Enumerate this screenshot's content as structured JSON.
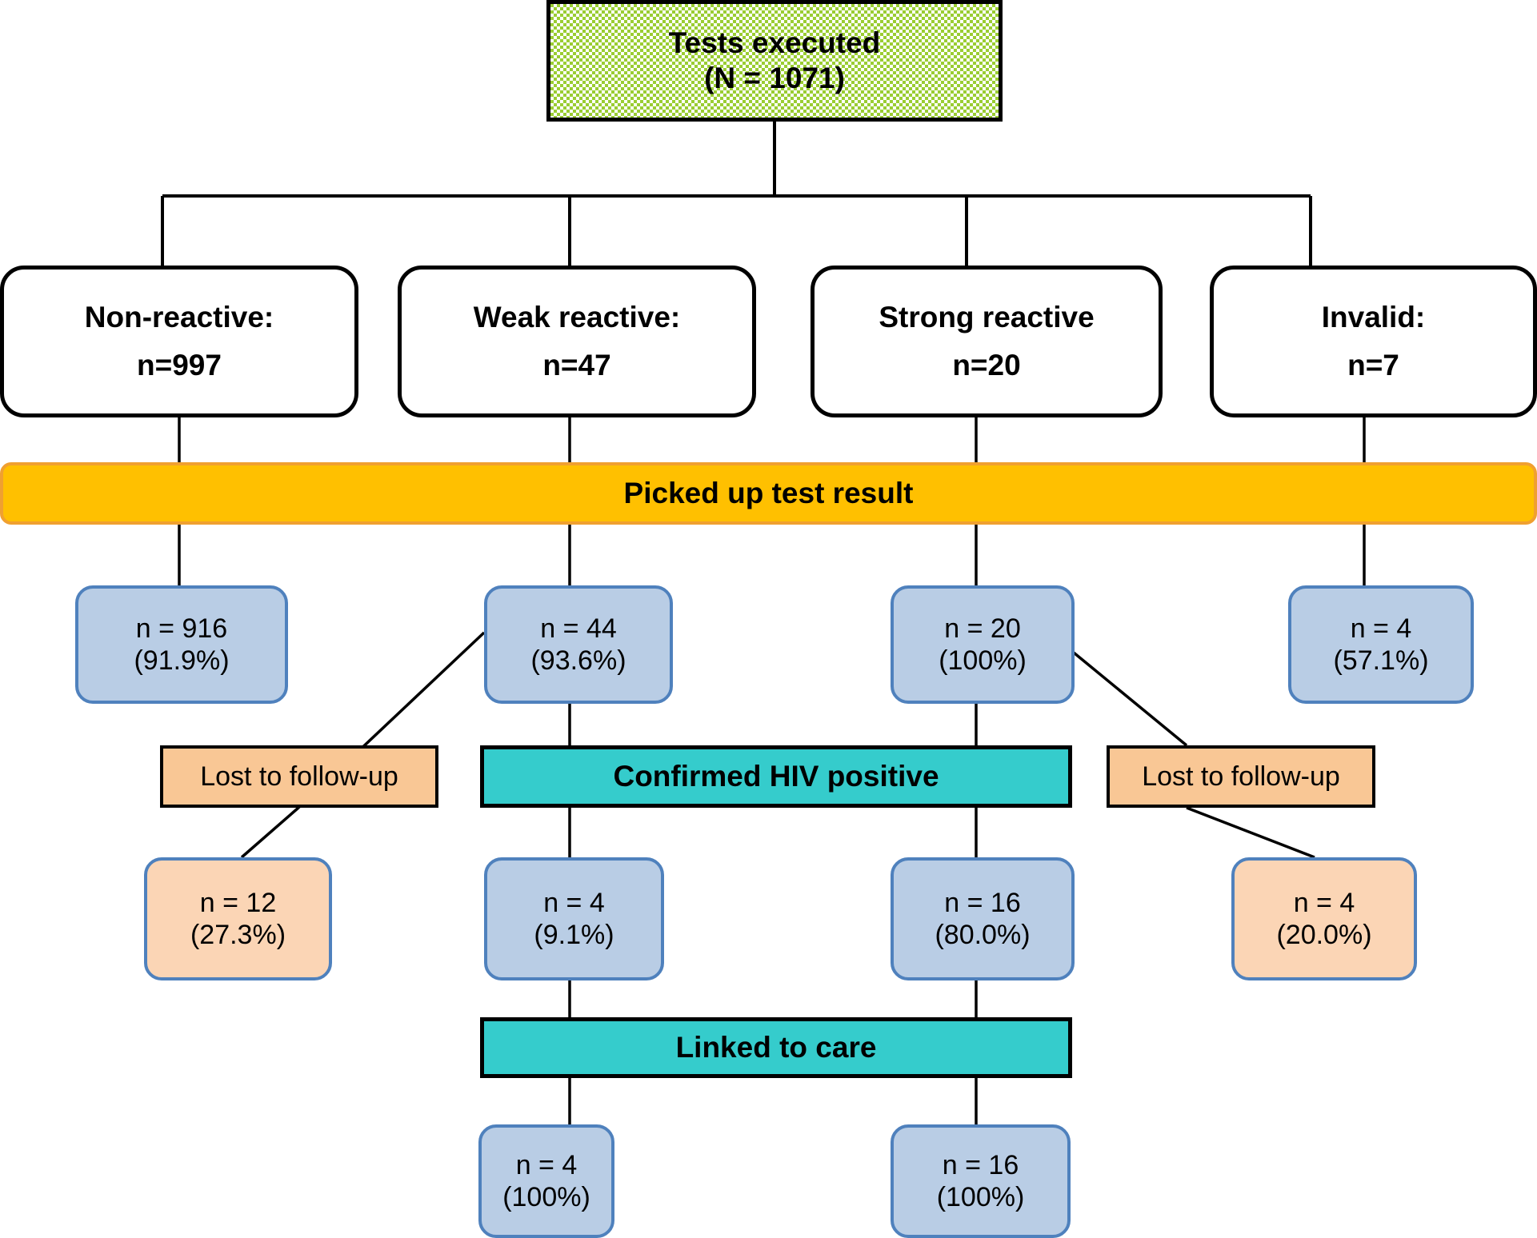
{
  "diagram": {
    "title_node": {
      "label_line1": "Tests executed",
      "label_line2": "(N = 1071)",
      "fill": "#9ACD32",
      "pattern": "checker"
    },
    "result_categories": [
      {
        "name": "non-reactive",
        "label": "Non-reactive:",
        "count": "n=997"
      },
      {
        "name": "weak-reactive",
        "label": "Weak reactive:",
        "count": "n=47"
      },
      {
        "name": "strong-reactive",
        "label": "Strong reactive",
        "count": "n=20"
      },
      {
        "name": "invalid",
        "label": "Invalid:",
        "count": "n=7"
      }
    ],
    "picked_up_bar": {
      "label": "Picked up test result",
      "fill": "#FFC000"
    },
    "picked_up_results": [
      {
        "name": "picked-up-non-reactive",
        "count": "n = 916",
        "percent": "(91.9%)"
      },
      {
        "name": "picked-up-weak-reactive",
        "count": "n = 44",
        "percent": "(93.6%)"
      },
      {
        "name": "picked-up-strong-reactive",
        "count": "n = 20",
        "percent": "(100%)"
      },
      {
        "name": "picked-up-invalid",
        "count": "n = 4",
        "percent": "(57.1%)"
      }
    ],
    "lost_to_followup_left": {
      "label": "Lost to follow-up"
    },
    "lost_to_followup_right": {
      "label": "Lost to follow-up"
    },
    "confirmed_bar": {
      "label": "Confirmed HIV positive",
      "fill": "#35CCCC"
    },
    "confirmed_results": [
      {
        "name": "lost-followup-weak",
        "count": "n = 12",
        "percent": "(27.3%)"
      },
      {
        "name": "confirmed-weak-reactive",
        "count": "n = 4",
        "percent": "(9.1%)"
      },
      {
        "name": "confirmed-strong-reactive",
        "count": "n = 16",
        "percent": "(80.0%)"
      },
      {
        "name": "lost-followup-strong",
        "count": "n = 4",
        "percent": "(20.0%)"
      }
    ],
    "linked_bar": {
      "label": "Linked to care",
      "fill": "#35CCCC"
    },
    "linked_results": [
      {
        "name": "linked-weak-reactive",
        "count": "n = 4",
        "percent": "(100%)"
      },
      {
        "name": "linked-strong-reactive",
        "count": "n = 16",
        "percent": "(100%)"
      }
    ]
  }
}
